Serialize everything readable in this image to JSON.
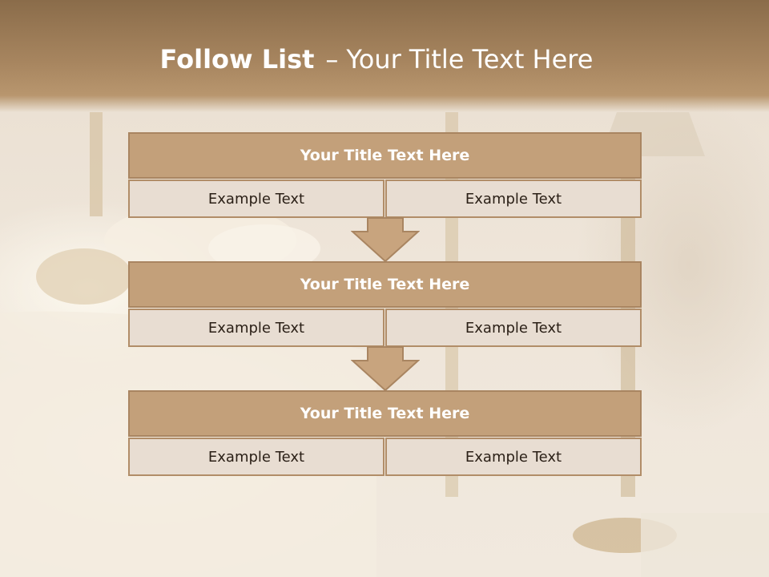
{
  "slide": {
    "title_bold": "Follow List",
    "title_dash": "–",
    "title_rest": "Your Title Text Here"
  },
  "blocks": [
    {
      "title": "Your Title Text Here",
      "cells": [
        "Example Text",
        "Example Text"
      ]
    },
    {
      "title": "Your Title Text Here",
      "cells": [
        "Example Text",
        "Example Text"
      ]
    },
    {
      "title": "Your Title Text Here",
      "cells": [
        "Example Text",
        "Example Text"
      ]
    }
  ],
  "colors": {
    "header": "#a7855f",
    "block_title_fill": "#c3a07a",
    "cell_fill": "#e8ddd2",
    "border": "#a98561",
    "arrow_fill": "#c8a47e"
  }
}
